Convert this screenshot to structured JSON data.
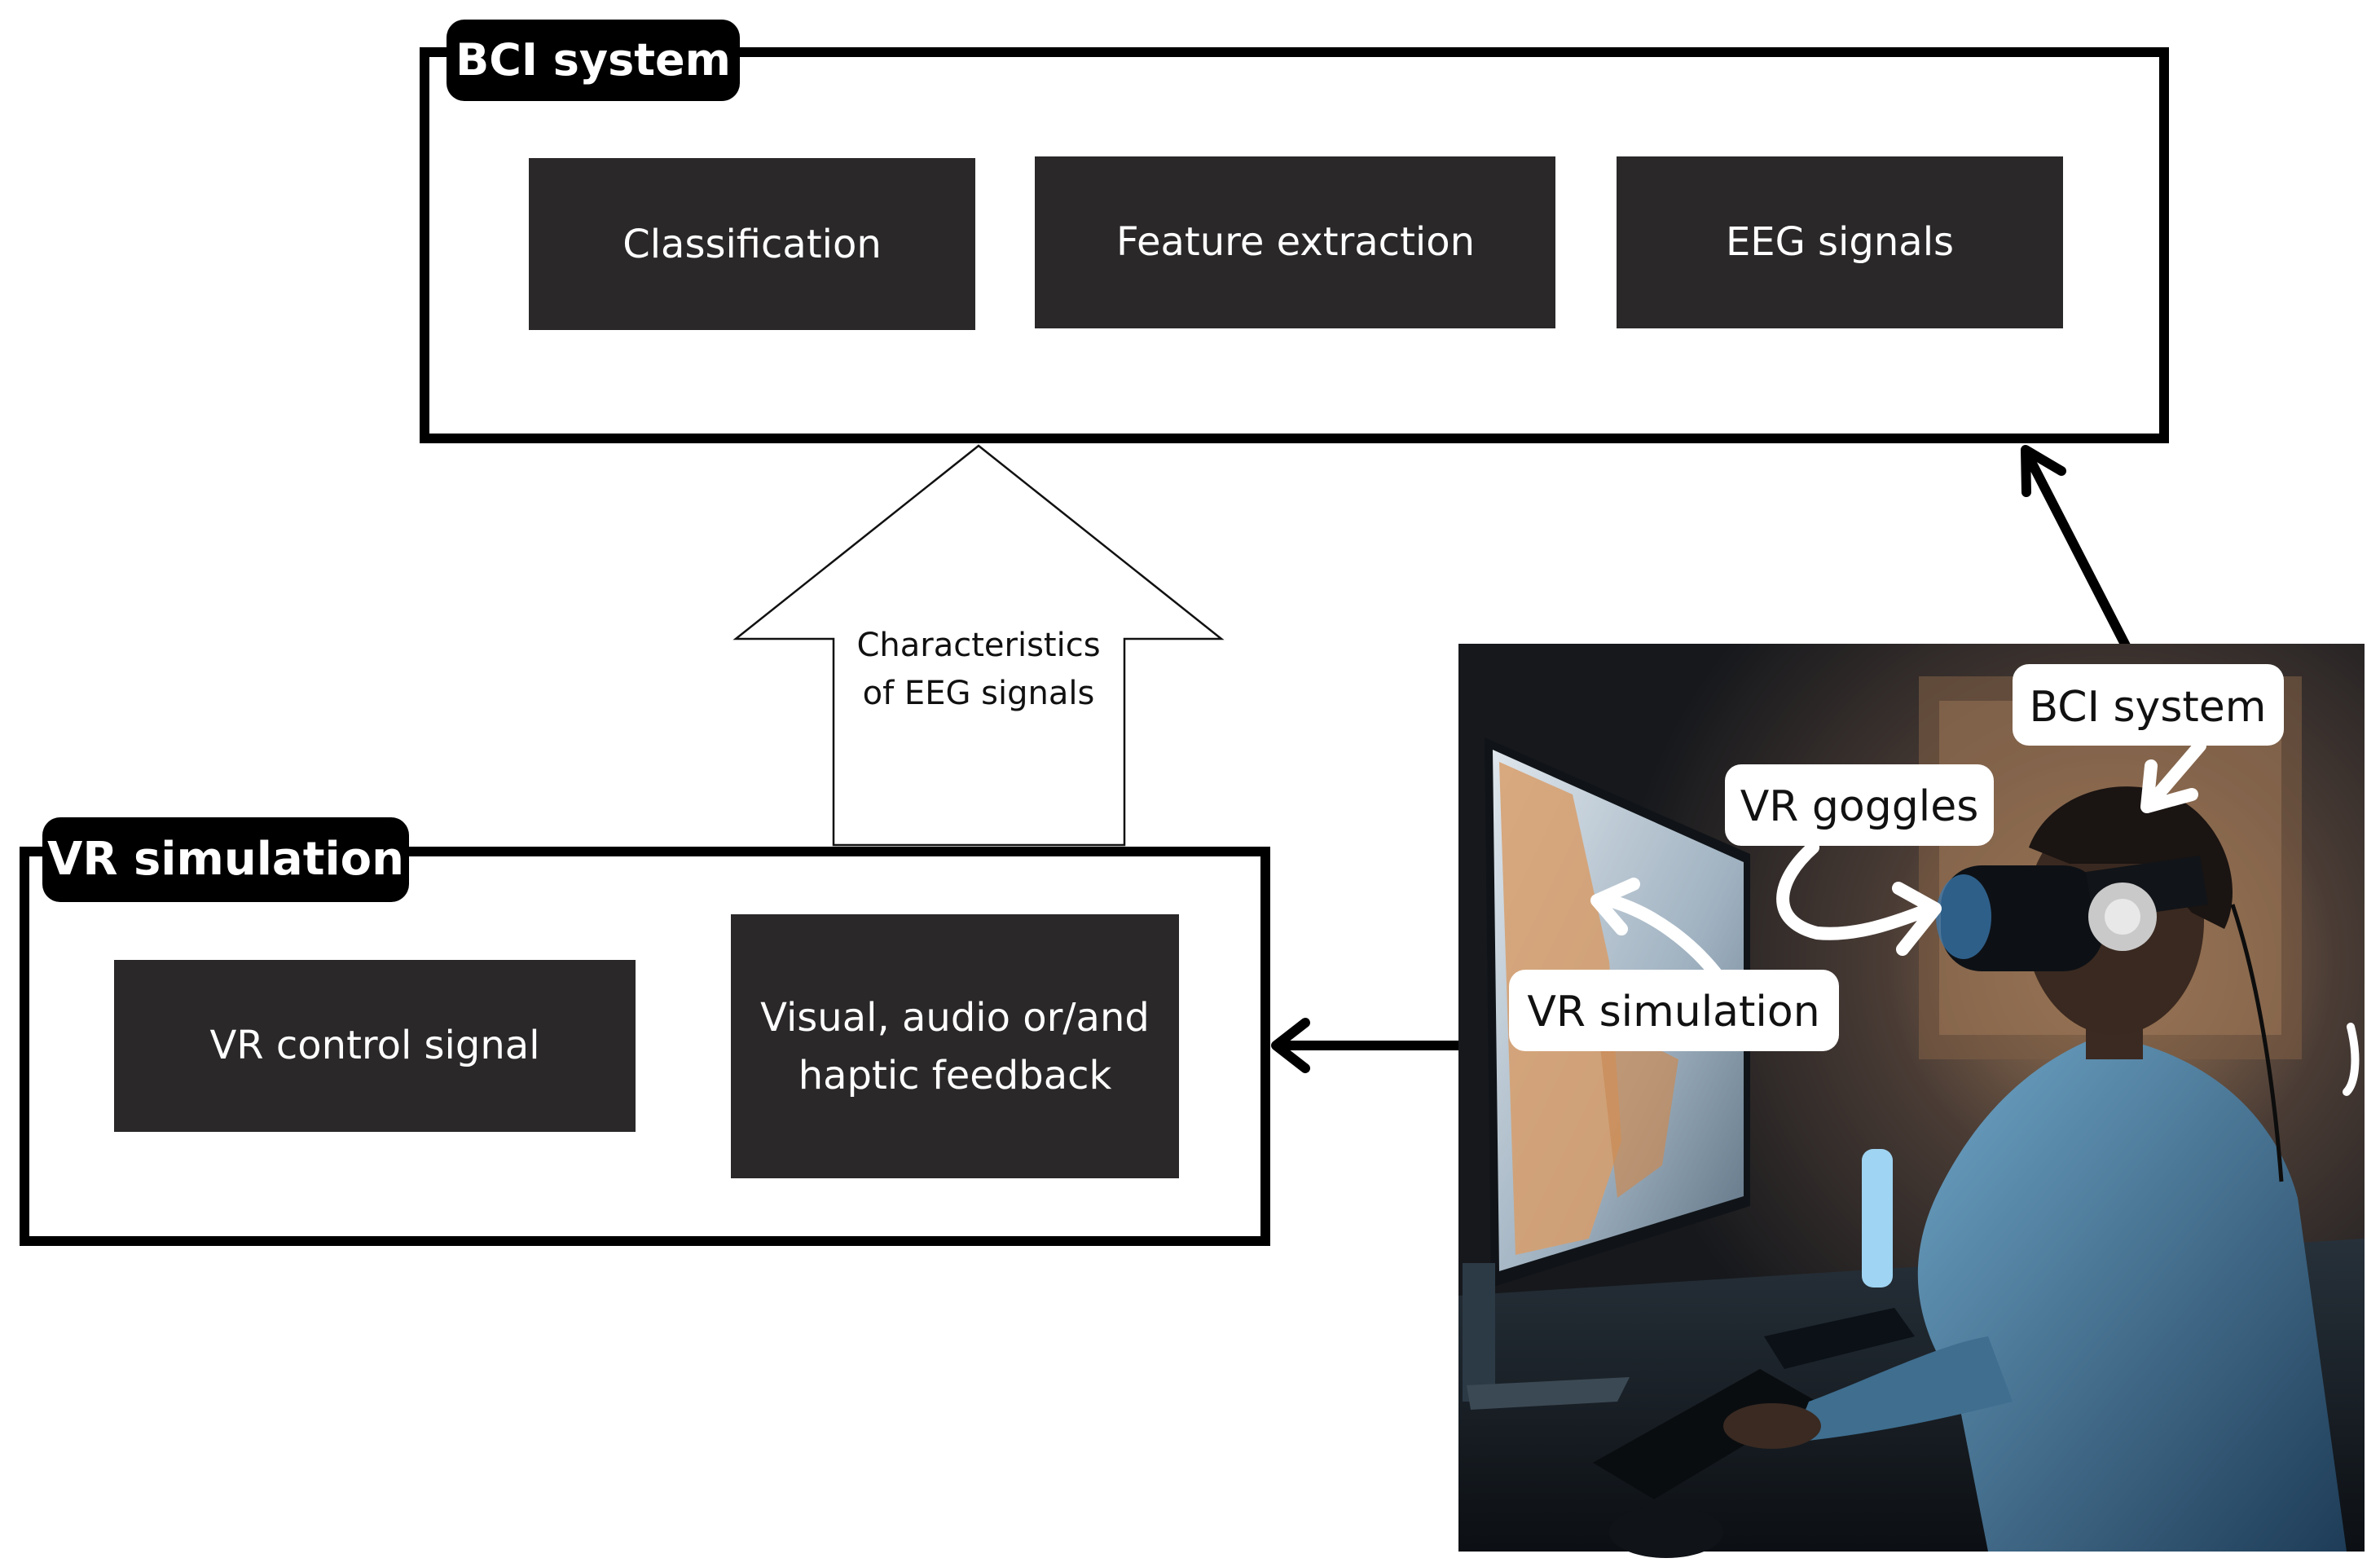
{
  "bci_group": {
    "title": "BCI system",
    "boxes": [
      "Classification",
      "Feature extraction",
      "EEG signals"
    ]
  },
  "vr_group": {
    "title": "VR simulation",
    "boxes": [
      "VR control signal",
      "Visual, audio or/and",
      "haptic feedback"
    ]
  },
  "up_arrow": {
    "line1": "Characteristics",
    "line2": "of EEG signals"
  },
  "photo": {
    "callout_bci": "BCI system",
    "callout_goggles": "VR goggles",
    "callout_vr": "VR simulation"
  },
  "colors": {
    "box_fill": "#2a2828",
    "frame": "#000000",
    "callout_bg": "#ffffff",
    "photo_accent": "#4aa9d8"
  }
}
